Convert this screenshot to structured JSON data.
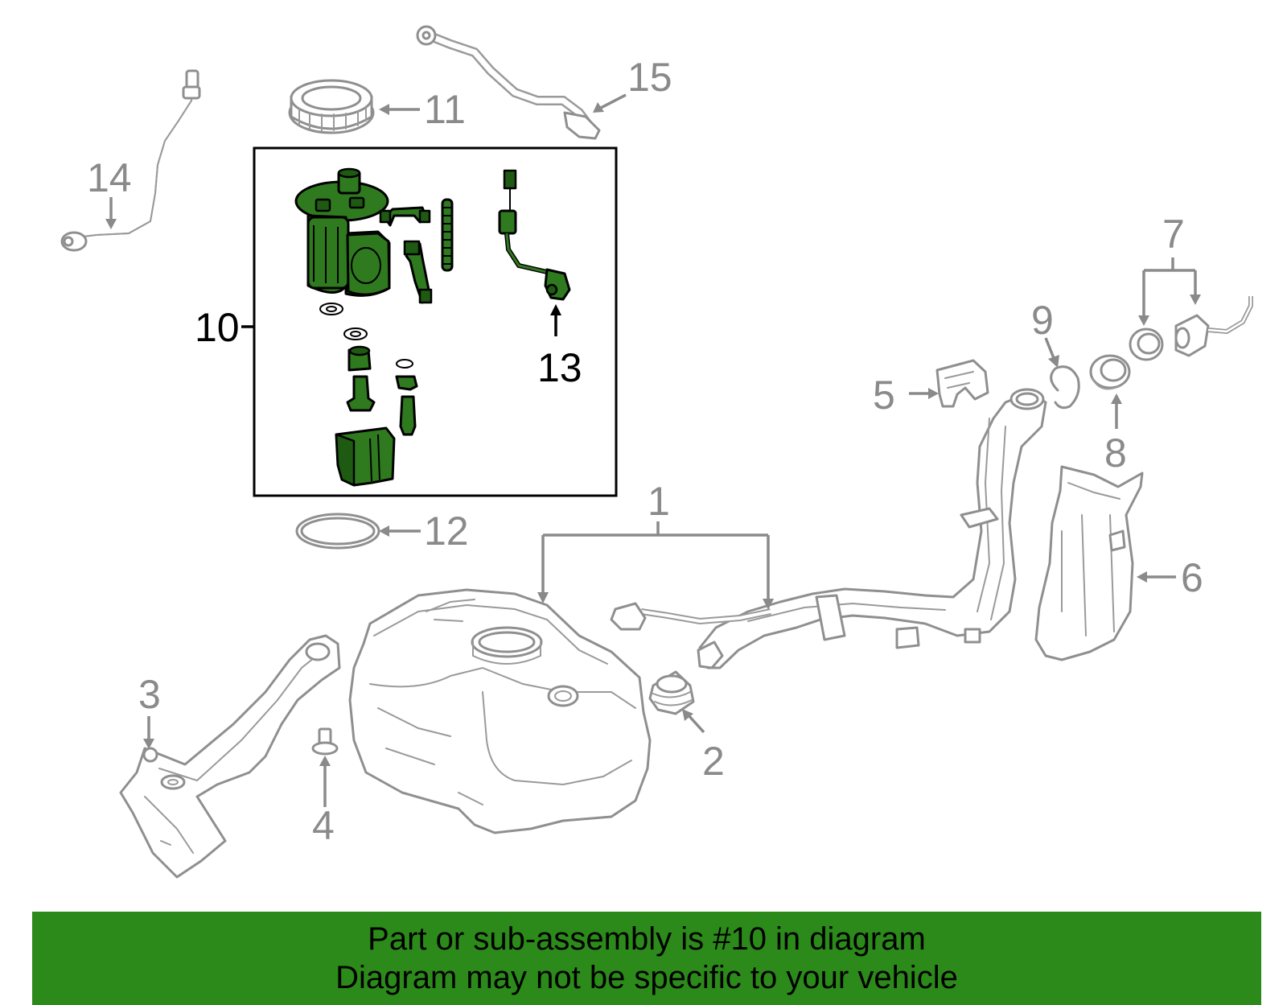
{
  "callouts": {
    "c1": "1",
    "c2": "2",
    "c3": "3",
    "c4": "4",
    "c5": "5",
    "c6": "6",
    "c7": "7",
    "c8": "8",
    "c9": "9",
    "c10": "10",
    "c11": "11",
    "c12": "12",
    "c13": "13",
    "c14": "14",
    "c15": "15"
  },
  "highlighted_part": "10",
  "colors": {
    "highlight": "#2f7a1f",
    "banner": "#2c8a1a",
    "line_gray": "#8a8a8a"
  },
  "banner": {
    "line1": "Part or sub-assembly is #10 in diagram",
    "line2": "Diagram may not be specific to your vehicle"
  }
}
